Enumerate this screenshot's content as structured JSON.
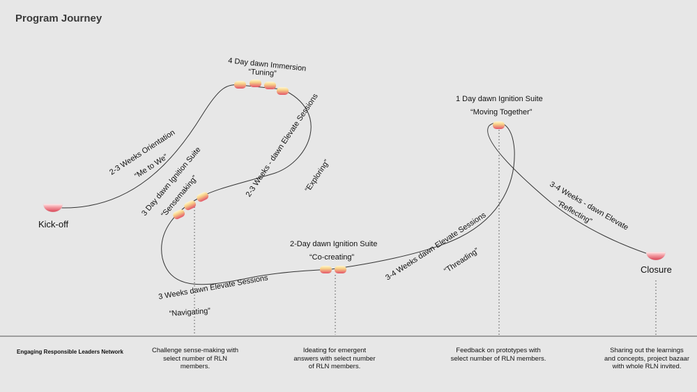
{
  "title": "Program Journey",
  "milestones": {
    "kickoff": "Kick-off",
    "closure": "Closure"
  },
  "stages": {
    "orientation": {
      "name": "2-3 Weeks Orientation",
      "theme": "“Me to We”"
    },
    "immersion": {
      "name": "4 Day dawn Immersion",
      "theme": "“Tuning”"
    },
    "exploring": {
      "name": "2-3 Weeks - dawn Elevate Sessions",
      "theme": "“Exploring”"
    },
    "sensemaking": {
      "name": "3 Day dawn Ignition Suite",
      "theme": "“Sensemaking”"
    },
    "navigating": {
      "name": "3 Weeks dawn Elevate Sessions",
      "theme": "“Navigating”"
    },
    "cocreating": {
      "name": "2-Day dawn Ignition Suite",
      "theme": "“Co-creating”"
    },
    "threading": {
      "name": "3-4  Weeks dawn Elevate Sessions",
      "theme": "“Threading”"
    },
    "moving": {
      "name": "1 Day dawn Ignition Suite",
      "theme": "“Moving Together”"
    },
    "reflecting": {
      "name": "3-4  Weeks - dawn Elevate",
      "theme": "“Reflecting”"
    }
  },
  "footer": {
    "network": "Engaging Responsible Leaders Network",
    "notes": [
      [
        "Challenge sense-making with",
        "select number of RLN",
        "members."
      ],
      [
        "Ideating for emergent",
        "answers with select number",
        "of RLN members."
      ],
      [
        "Feedback on prototypes with",
        "select number of RLN members."
      ],
      [
        "Sharing out the learnings",
        "and concepts, project bazaar",
        "with whole RLN invited."
      ]
    ]
  },
  "colors": {
    "background": "#e7e7e7",
    "path": "#333333",
    "node_top": "#fbeaa8",
    "node_bottom": "#e35a6a",
    "milestone": "#e8606e"
  }
}
